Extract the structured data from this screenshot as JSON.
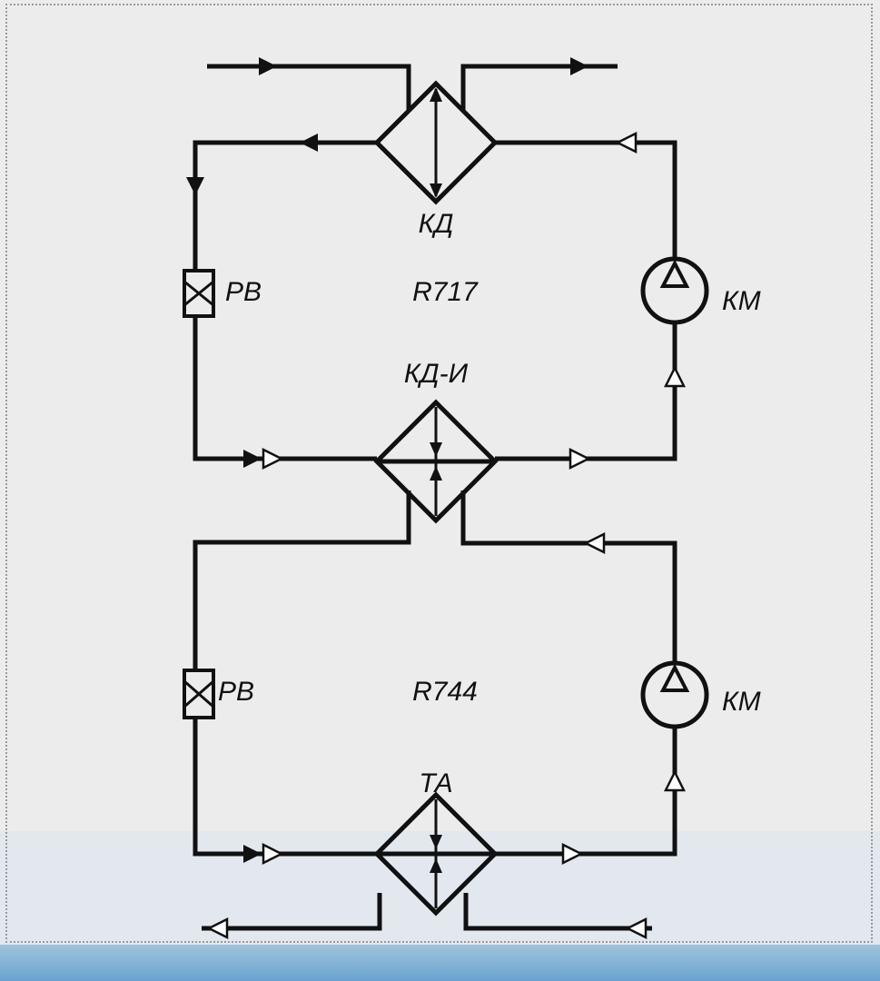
{
  "diagram": {
    "labels": {
      "condenser_top": "КД",
      "refrigerant_top": "R717",
      "valve_top": "РВ",
      "compressor_top": "КМ",
      "cascade_hx": "КД-И",
      "refrigerant_bottom": "R744",
      "valve_bottom": "РВ",
      "compressor_bottom": "КМ",
      "heat_exchanger_bottom": "ТА"
    }
  }
}
